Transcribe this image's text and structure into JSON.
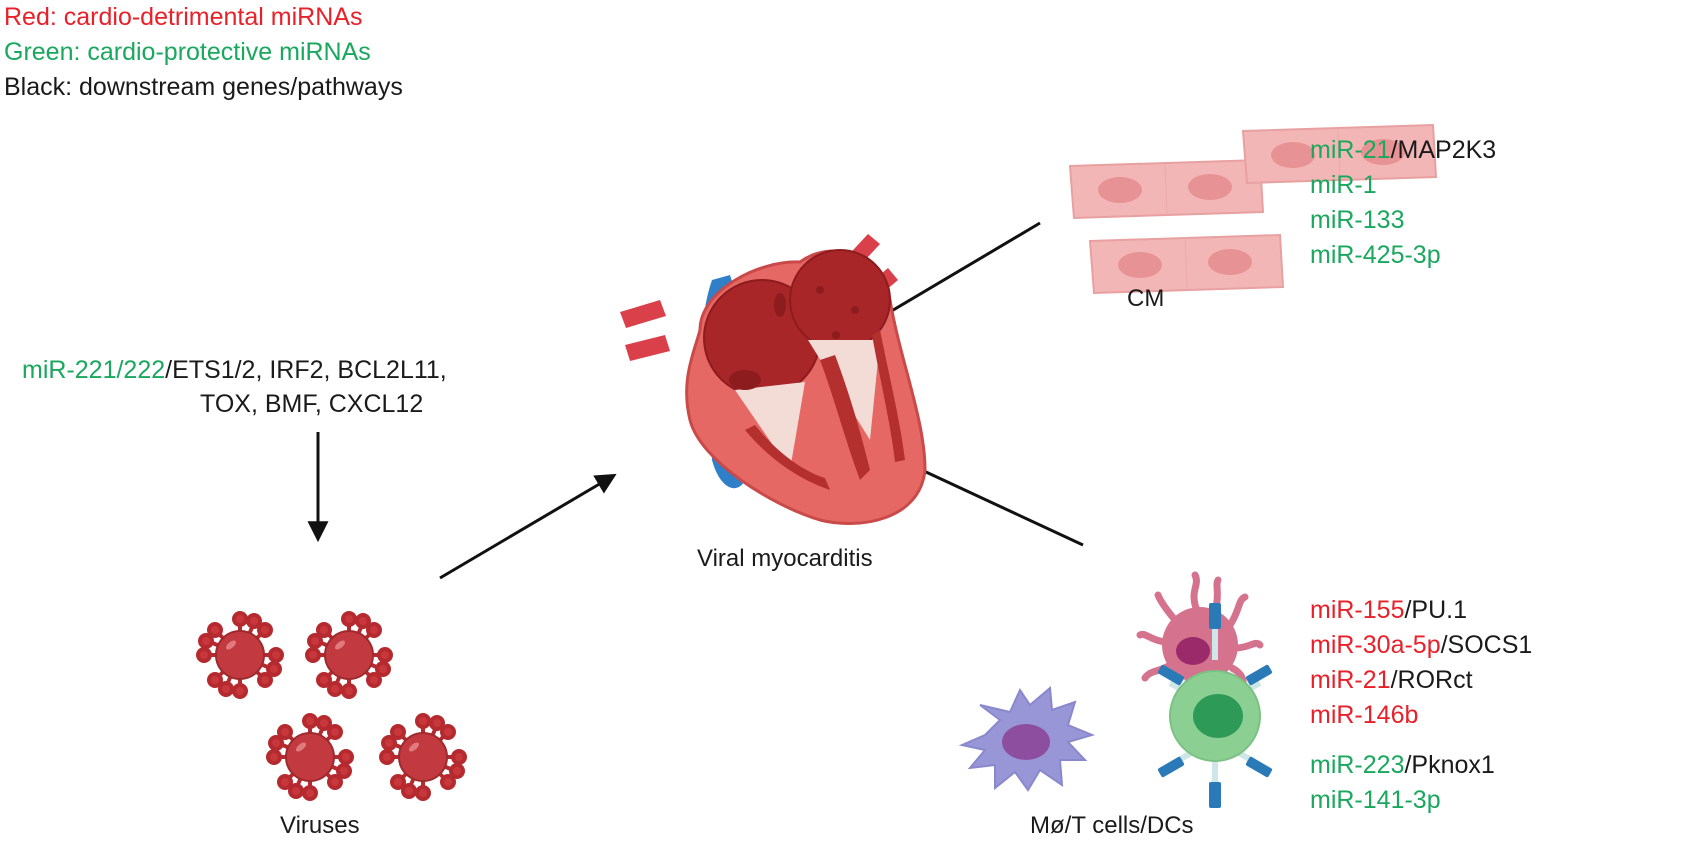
{
  "legend": {
    "red": "Red: cardio-detrimental miRNAs",
    "green": "Green: cardio-protective miRNAs",
    "black": "Black: downstream genes/pathways"
  },
  "colors": {
    "detrimental": "#e8202a",
    "protective": "#1aa75e",
    "downstream": "#1a1a1a"
  },
  "center": {
    "label": "Viral myocarditis",
    "icon": "heart-icon"
  },
  "cm": {
    "label": "CM",
    "icon": "cardiomyocyte-icon",
    "mirnas": [
      {
        "mirna": "miR-21",
        "target": "/MAP2K3",
        "effect": "protective"
      },
      {
        "mirna": "miR-1",
        "target": "",
        "effect": "protective"
      },
      {
        "mirna": "miR-133",
        "target": "",
        "effect": "protective"
      },
      {
        "mirna": "miR-425-3p",
        "target": "",
        "effect": "protective"
      }
    ]
  },
  "viruses": {
    "label": "Viruses",
    "icon": "virus-icon",
    "mirna": "miR-221/222",
    "targets_line1": "/ETS1/2, IRF2, BCL2L11,",
    "targets_line2": "TOX, BMF, CXCL12",
    "effect": "protective"
  },
  "immune": {
    "label": "Mø/T cells/DCs",
    "icons": [
      "dendritic-cell-icon",
      "t-cell-icon",
      "macrophage-icon"
    ],
    "mirnas": [
      {
        "mirna": "miR-155",
        "target": "/PU.1",
        "effect": "detrimental"
      },
      {
        "mirna": "miR-30a-5p",
        "target": "/SOCS1",
        "effect": "detrimental"
      },
      {
        "mirna": "miR-21",
        "target": "/RORct",
        "effect": "detrimental"
      },
      {
        "mirna": "miR-146b",
        "target": "",
        "effect": "detrimental"
      },
      {
        "mirna": "miR-223",
        "target": "/Pknox1",
        "effect": "protective"
      },
      {
        "mirna": "miR-141-3p",
        "target": "",
        "effect": "protective"
      }
    ]
  }
}
